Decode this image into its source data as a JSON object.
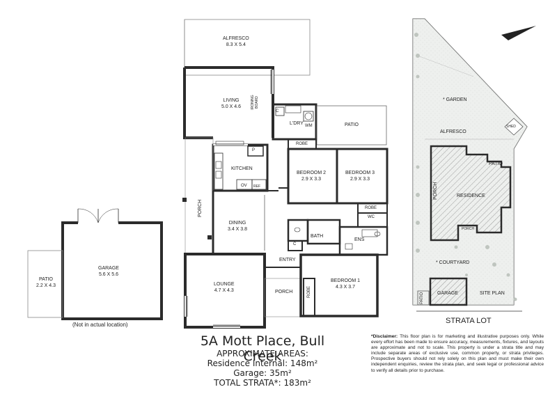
{
  "title": "5A Mott Place, Bull Creek",
  "areas": {
    "heading": "APPROXIMATE AREAS:",
    "residence": "Residence Internal: 148m²",
    "garage": "Garage: 35m²",
    "total": "TOTAL STRATA*: 183m²"
  },
  "floor_plan": {
    "rooms": {
      "alfresco": {
        "name": "ALFRESCO",
        "dims": "8.3 X 5.4"
      },
      "living": {
        "name": "LIVING",
        "dims": "5.0 X 4.6"
      },
      "ironing_board": "IRONING BOARD",
      "laundry": "L'DRY",
      "wm": "WM",
      "patio": "PATIO",
      "robe_top": "ROBE",
      "kitchen": "KITCHEN",
      "pantry": "P",
      "oven": "OV",
      "fridge": "REF",
      "bedroom2": {
        "name": "BEDROOM 2",
        "dims": "2.9 X 3.3"
      },
      "bedroom3": {
        "name": "BEDROOM 3",
        "dims": "2.9 X 3.3"
      },
      "porch_side": "PORCH",
      "robe_mid": "ROBE",
      "dining": {
        "name": "DINING",
        "dims": "3.4 X 3.8"
      },
      "wc": "WC",
      "bath": "BATH",
      "ens": "ENS",
      "closet": "C",
      "entry": "ENTRY",
      "lounge": {
        "name": "LOUNGE",
        "dims": "4.7 X 4.3"
      },
      "porch_front": "PORCH",
      "robe_bed1": "ROBE",
      "bedroom1": {
        "name": "BEDROOM 1",
        "dims": "4.3 X 3.7"
      },
      "laundry_cupboard": "C"
    },
    "garage": {
      "name": "GARAGE",
      "dims": "5.6 X 5.6"
    },
    "garage_patio": {
      "name": "PATIO",
      "dims": "2.2 X 4.3"
    },
    "garage_note": "(Not in actual location)"
  },
  "site_plan": {
    "garden": "* GARDEN",
    "shed": "SHED",
    "alfresco": "ALFRESCO",
    "patio": "PATIO",
    "porch_side": "PORCH",
    "residence": "RESIDENCE",
    "porch_small": "PORCH",
    "courtyard": "* COURTYARD",
    "patio_small": "PATIO",
    "garage": "GARAGE",
    "label": "SITE PLAN",
    "strata_lot": "STRATA LOT"
  },
  "disclaimer": {
    "heading": "*Disclaimer:",
    "text": "This floor plan is for marketing and illustrative purposes only. While every effort has been made to ensure accuracy, measurements, fixtures, and layouts are approximate and not to scale. This property is under a strata title and may include separate areas of exclusive use, common property, or strata privileges. Prospective buyers should not rely solely on this plan and must make their own independent enquiries, review the strata plan, and seek legal or professional advice to verify all details prior to purchase."
  },
  "colors": {
    "wall": "#2b2b2b",
    "garden": "#dfe3df",
    "hatch": "#999999",
    "line": "#555555"
  }
}
